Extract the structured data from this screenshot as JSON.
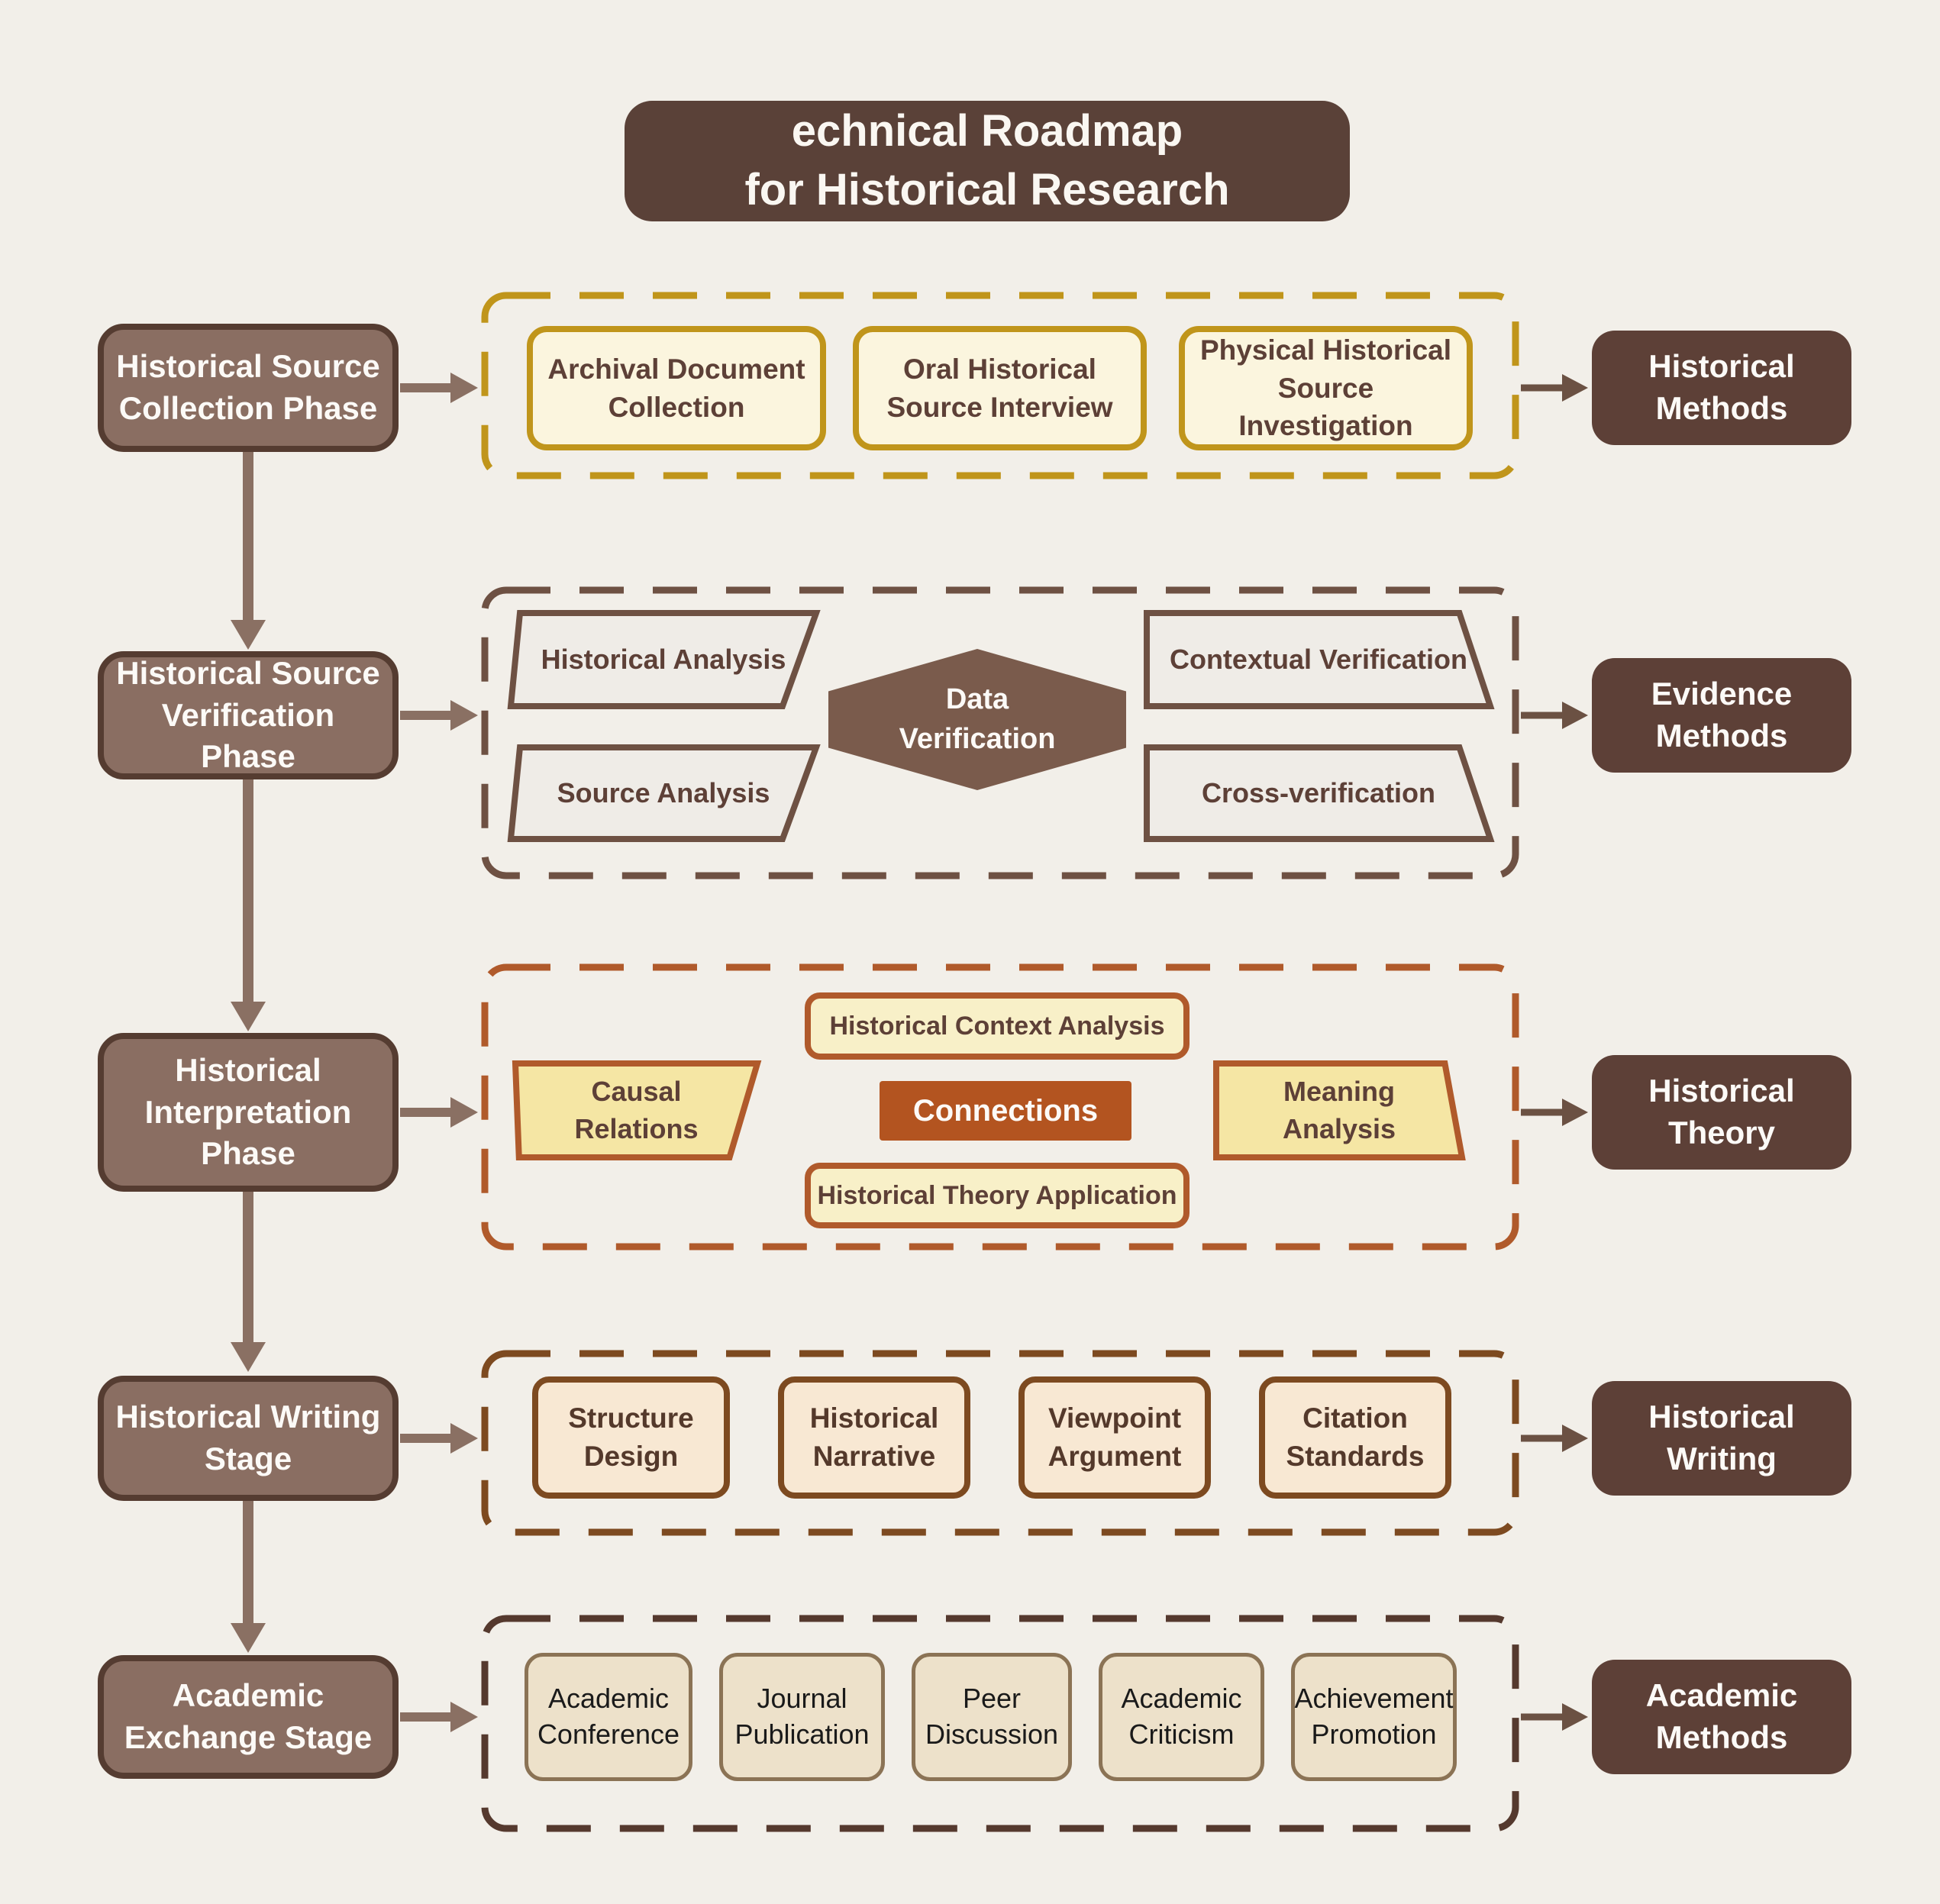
{
  "title": {
    "line1": "echnical Roadmap",
    "line2": "for Historical Research"
  },
  "palette": {
    "background": "#F2EFE9",
    "dark_brown": "#5D4037",
    "phase_fill": "#8A6E62",
    "phase_border": "#553C31",
    "gold": "#C0951B",
    "pale_yellow": "#FBF5DE",
    "gray_parallelogram": "#EFECE7",
    "row2_brown": "#6E5143",
    "hexagon_fill": "#7A5B4C",
    "sienna": "#B05A2B",
    "trapezoid_yellow": "#F5E6A4",
    "round3_fill": "#F8F0C8",
    "connections_fill": "#B35420",
    "row4_border": "#7D4A20",
    "row4_fill": "#F8E8D3",
    "row5_border": "#8B7355",
    "row5_fill": "#EDE1CA",
    "arrow_light": "#8A7063",
    "arrow_dark": "#6B5143"
  },
  "rows": [
    {
      "phase": "Historical Source Collection Phase",
      "items": [
        "Archival Document Collection",
        "Oral Historical Source Interview",
        "Physical Historical Source Investigation"
      ],
      "method": "Historical Methods"
    },
    {
      "phase": "Historical Source Verification Phase",
      "left_items": [
        "Historical Analysis",
        "Source Analysis"
      ],
      "center": "Data Verification",
      "right_items": [
        "Contextual Verification",
        "Cross-verification"
      ],
      "method": "Evidence Methods"
    },
    {
      "phase": "Historical Interpretation Phase",
      "top": "Historical Context Analysis",
      "left": "Causal Relations",
      "center": "Connections",
      "right": "Meaning Analysis",
      "bottom": "Historical Theory Application",
      "method": "Historical Theory"
    },
    {
      "phase": "Historical Writing Stage",
      "items": [
        "Structure Design",
        "Historical Narrative",
        "Viewpoint Argument",
        "Citation Standards"
      ],
      "method": "Historical Writing"
    },
    {
      "phase": "Academic Exchange Stage",
      "items": [
        "Academic Conference",
        "Journal Publication",
        "Peer Discussion",
        "Academic Criticism",
        "Achievement Promotion"
      ],
      "method": "Academic Methods"
    }
  ]
}
